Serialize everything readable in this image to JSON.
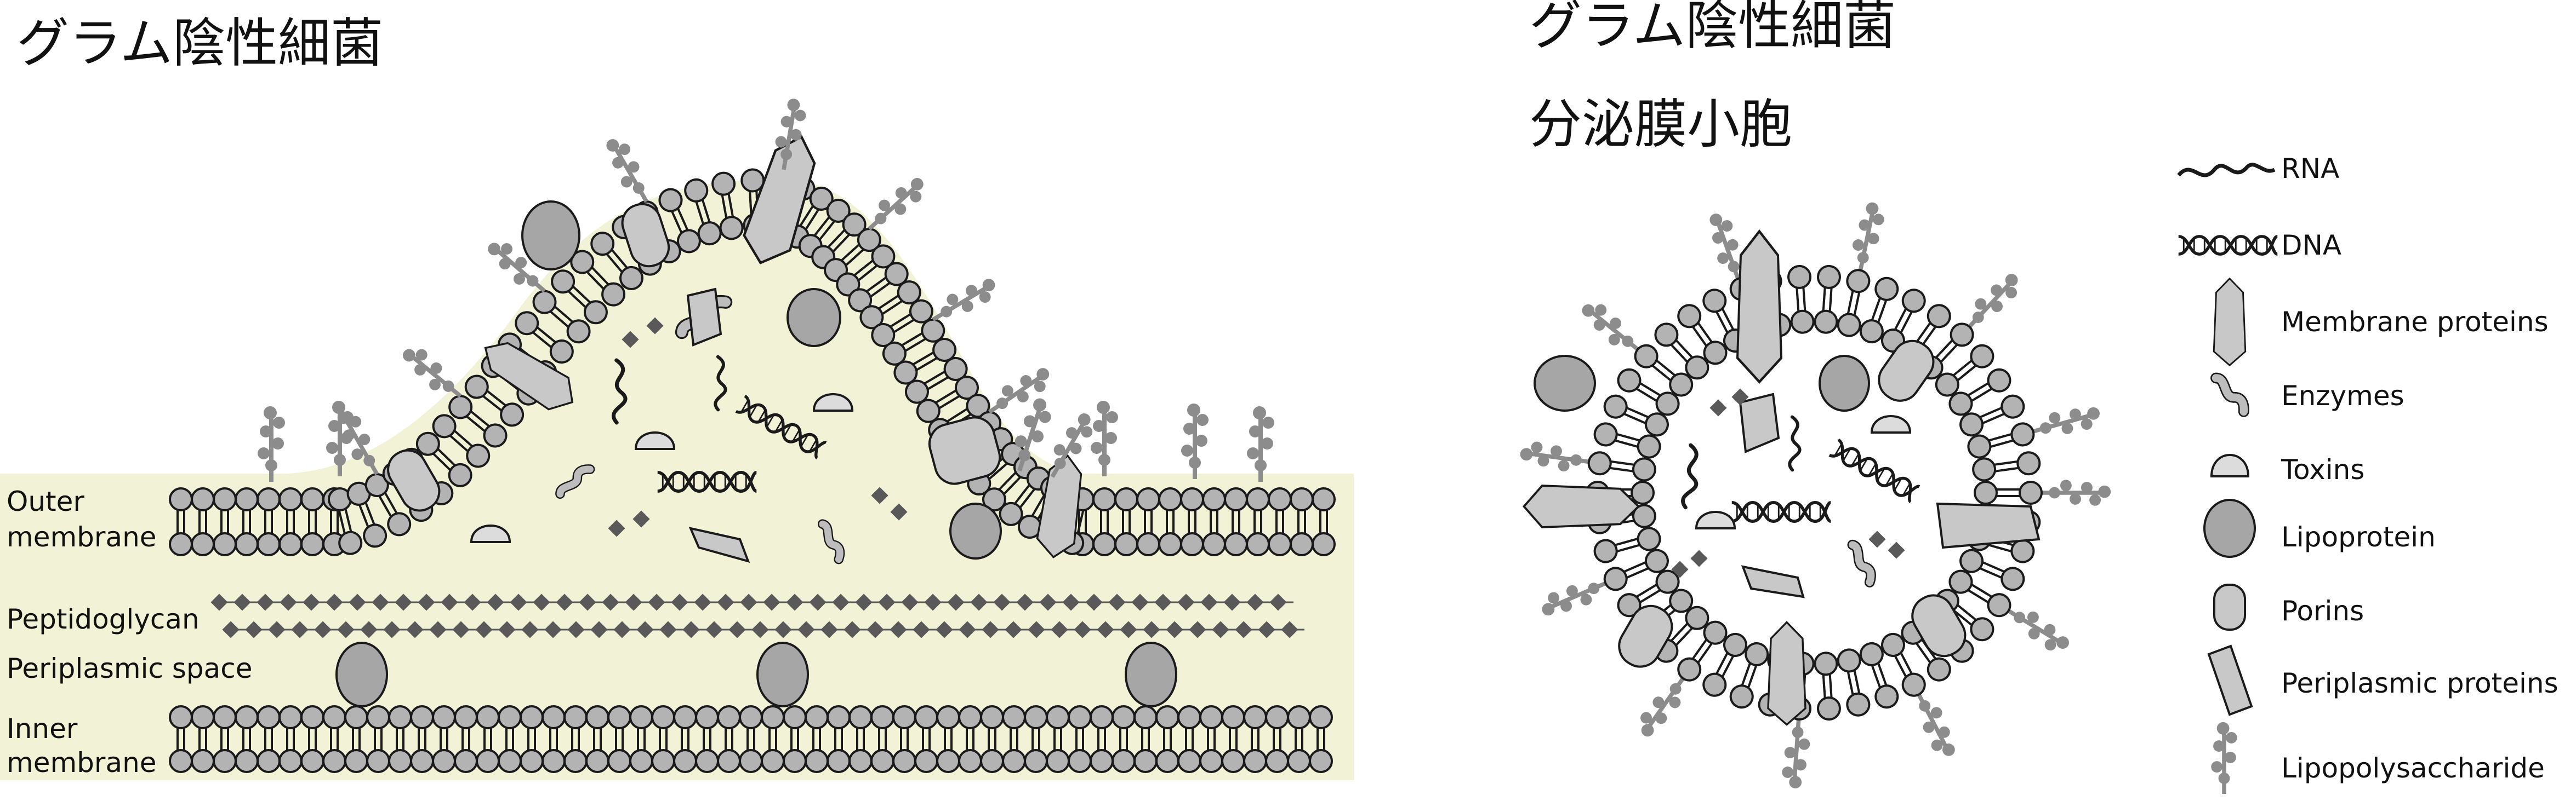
{
  "left_panel": {
    "title": "グラム陰性細菌",
    "labels": {
      "outer_membrane_1": "Outer",
      "outer_membrane_2": "membrane",
      "peptidoglycan": "Peptidoglycan",
      "periplasmic_space": "Periplasmic space",
      "inner_membrane_1": "Inner",
      "inner_membrane_2": "membrane"
    }
  },
  "right_panel": {
    "title_line1": "グラム陰性細菌",
    "title_line2": "分泌膜小胞"
  },
  "legend": [
    {
      "icon": "rna-icon",
      "label": "RNA"
    },
    {
      "icon": "dna-icon",
      "label": "DNA"
    },
    {
      "icon": "membrane-protein-icon",
      "label": "Membrane proteins"
    },
    {
      "icon": "enzyme-icon",
      "label": "Enzymes"
    },
    {
      "icon": "toxin-icon",
      "label": "Toxins"
    },
    {
      "icon": "lipoprotein-icon",
      "label": "Lipoprotein"
    },
    {
      "icon": "porin-icon",
      "label": "Porins"
    },
    {
      "icon": "periplasmic-protein-icon",
      "label": "Periplasmic proteins"
    },
    {
      "icon": "lipopolysaccharide-icon",
      "label": "Lipopolysaccharide"
    }
  ],
  "colors": {
    "periplasm_fill": "#f2f2d6",
    "lipid_head": "#b3b3b3",
    "protein": "#c8c8c8",
    "lipoprotein": "#a6a6a6",
    "peptidoglycan": "#595959",
    "lps": "#8c8c8c",
    "outline": "#1a1a1a"
  }
}
